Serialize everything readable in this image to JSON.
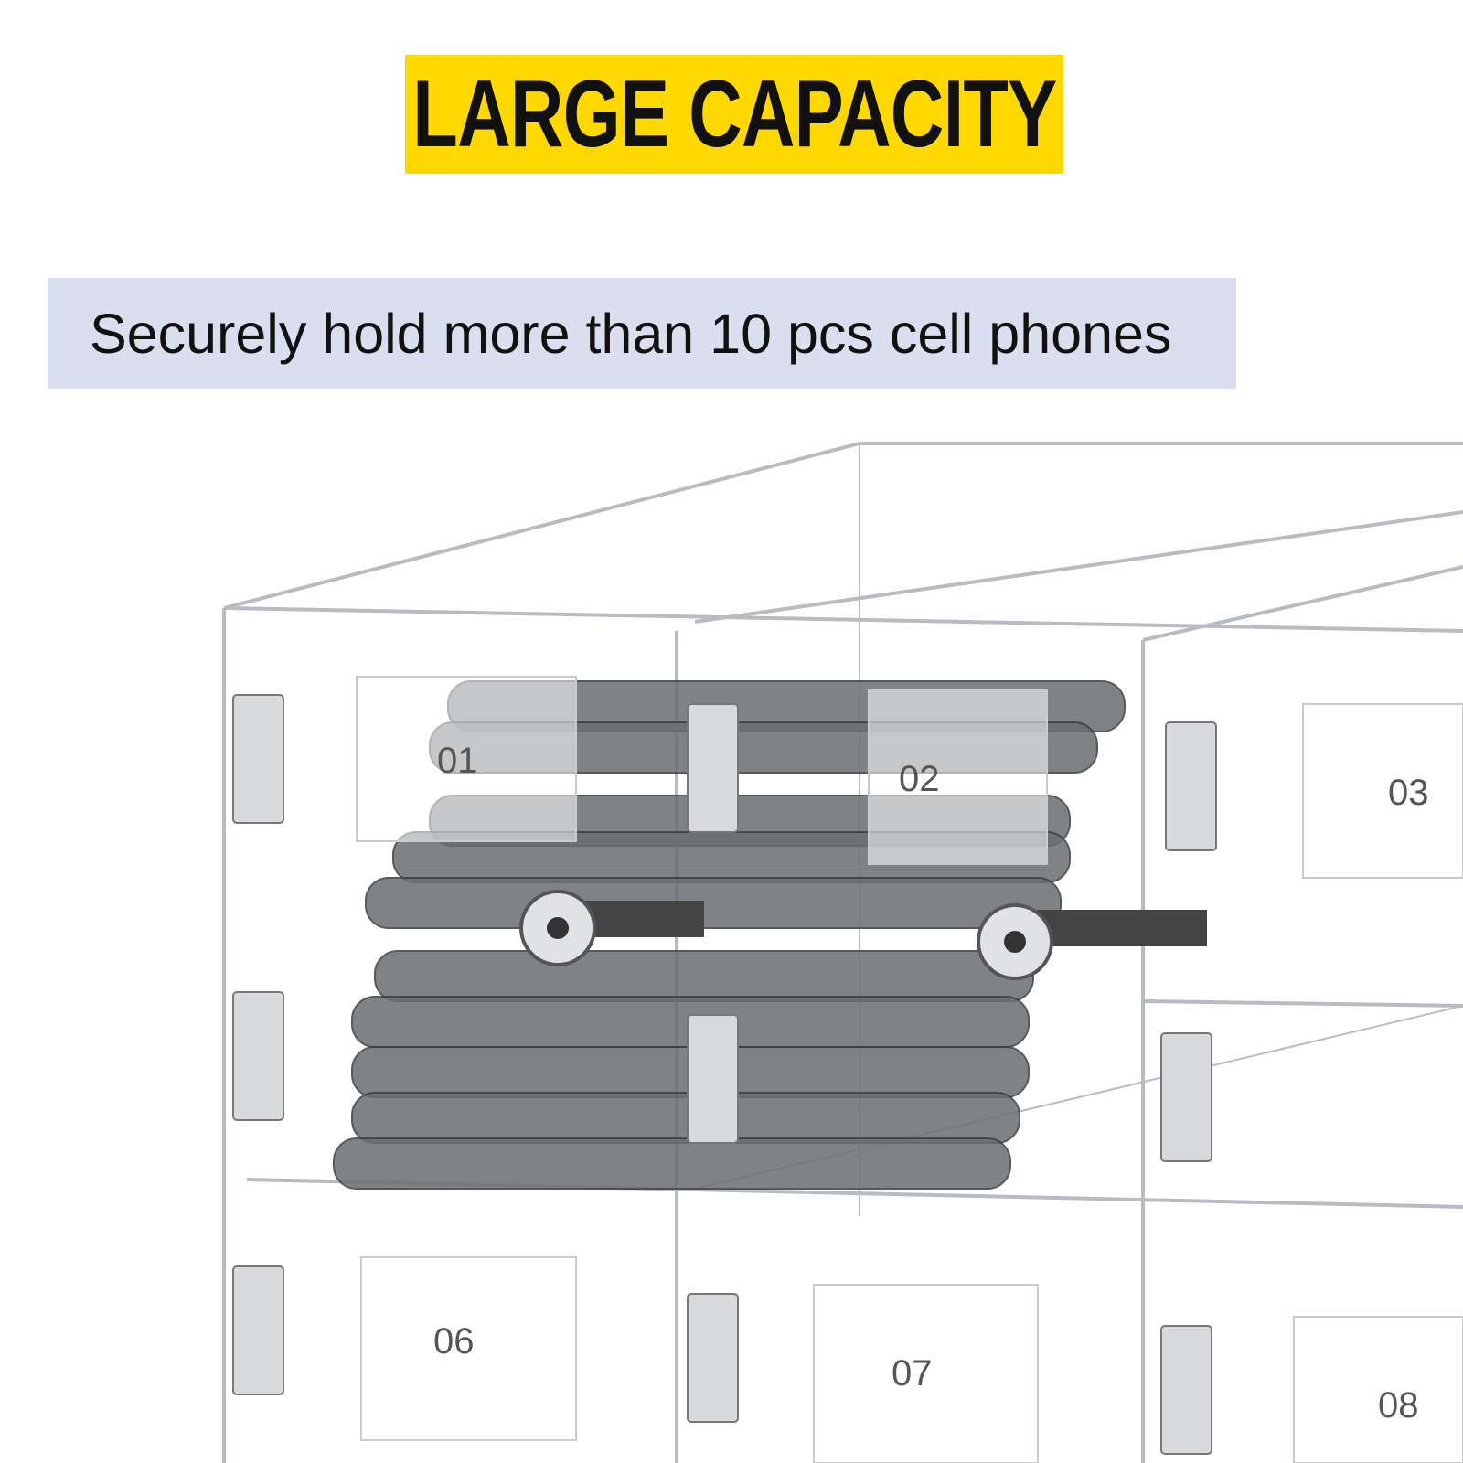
{
  "header": {
    "title": "LARGE CAPACITY",
    "subtitle": "Securely hold more than 10 pcs cell phones"
  },
  "colors": {
    "title_bg": "#FFD800",
    "subtitle_bg": "#D9DFEE"
  },
  "product": {
    "compartment_labels": [
      "01",
      "02",
      "03",
      "06",
      "07",
      "08"
    ],
    "phone_count_shown": 10
  }
}
